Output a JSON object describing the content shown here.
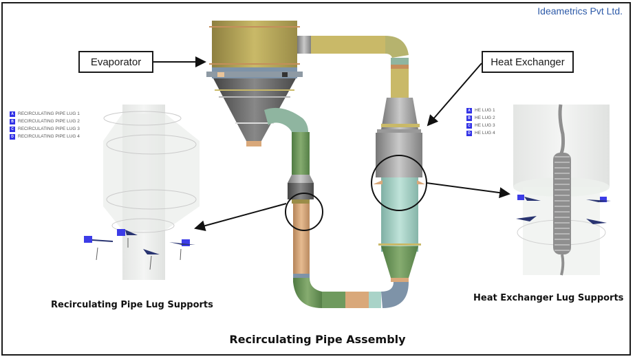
{
  "brand": "Ideametrics Pvt Ltd.",
  "title": "Recirculating Pipe Assembly",
  "callouts": {
    "evaporator": "Evaporator",
    "heat_exchanger": "Heat Exchanger"
  },
  "captions": {
    "left": "Recirculating Pipe Lug Supports",
    "right": "Heat Exchanger Lug Supports"
  },
  "left_legend": {
    "items": [
      {
        "badge": "A",
        "label": "RECIRCULATING PIPE LUG 1"
      },
      {
        "badge": "B",
        "label": "RECIRCULATING PIPE LUG 2"
      },
      {
        "badge": "C",
        "label": "RECIRCULATING PIPE LUG 3"
      },
      {
        "badge": "D",
        "label": "RECIRCULATING PIPE LUG 4"
      }
    ]
  },
  "right_legend": {
    "items": [
      {
        "badge": "A",
        "label": "HE LUG 1"
      },
      {
        "badge": "B",
        "label": "HE LUG 2"
      },
      {
        "badge": "C",
        "label": "HE LUG 3"
      },
      {
        "badge": "D",
        "label": "HE LUG 4"
      }
    ]
  },
  "colors": {
    "brand": "#2d5aa8",
    "lug_badge": "#3232e6",
    "olive": "#c9b968",
    "green": "#6f9a5e",
    "tan": "#d9a87a",
    "steel": "#a8a8a8",
    "teal": "#a9d3c8",
    "slate": "#7e93a8"
  }
}
